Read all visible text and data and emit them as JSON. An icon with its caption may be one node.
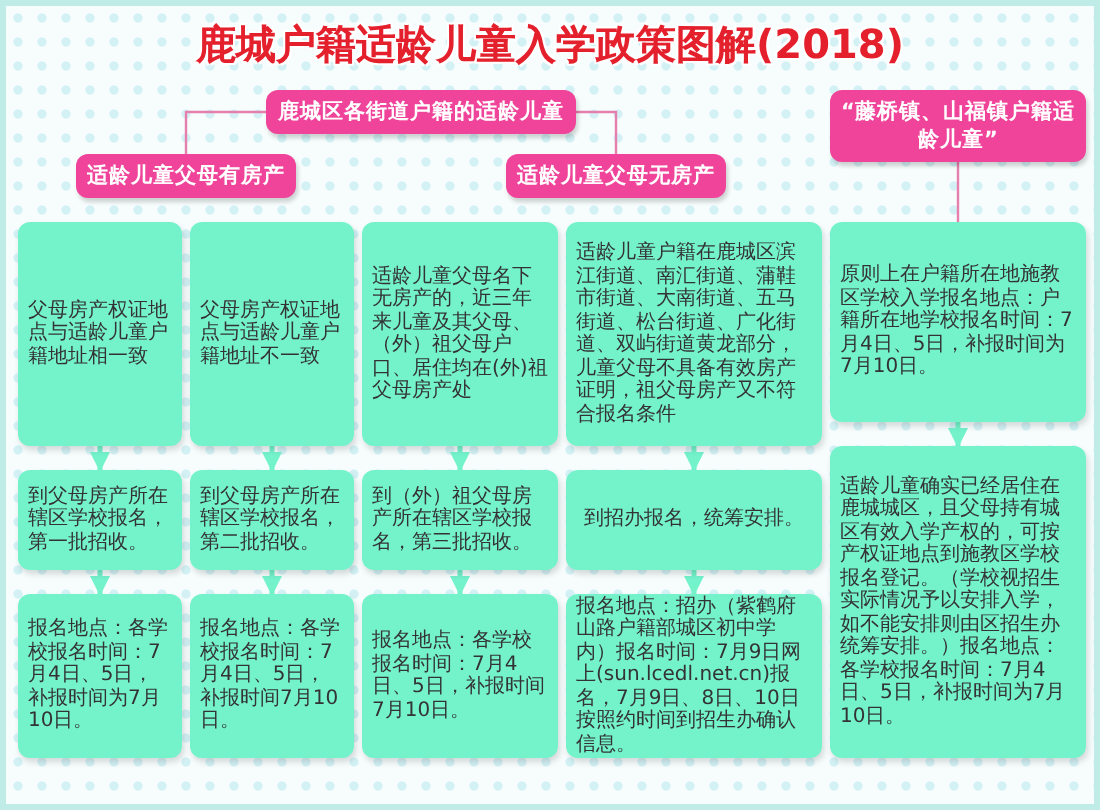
{
  "diagram": {
    "title": "鹿城户籍适龄儿童入学政策图解(2018)",
    "nodes": [
      {
        "text": [
          "鹿城区各街道户籍的适龄儿童"
        ]
      },
      {
        "text": [
          "适龄儿童父母有房产"
        ]
      },
      {
        "text": [
          "适龄儿童父母无房产"
        ]
      },
      {
        "text": [
          "父母房产权证地点与适龄儿童户籍地址相一致"
        ]
      },
      {
        "text": [
          "父母房产权证地点与适龄儿童户籍地址不一致"
        ]
      },
      {
        "text": [
          "到父母房产所在辖区学校报名，第一批招收。"
        ]
      },
      {
        "text": [
          "到父母房产所在辖区学校报名，第二批招收。"
        ]
      },
      {
        "text": [
          "报名地点：各学校报名时间：7月4日、5日，补报时间为7月10日。"
        ]
      },
      {
        "text": [
          "报名地点：各学校报名时间：7月4日、5日，补报时间7月10日。"
        ]
      },
      {
        "text": [
          "适龄儿童父母名下无房产的，近三年来儿童及其父母、（外）祖父母户口、居住均在(外)祖父母房产处"
        ]
      },
      {
        "text": [
          "适龄儿童户籍在鹿城区滨江街道、南汇街道、蒲鞋市街道、大南街道、五马街道、松台街道、广化街道、双屿街道黄龙部分，儿童父母不具备有效房产证明，祖父母房产又不符合报名条件"
        ]
      },
      {
        "text": [
          "到（外）祖父母房产所在辖区学校报名，第三批招收。"
        ]
      },
      {
        "text": [
          "到招办报名，统筹安排。"
        ]
      },
      {
        "text": [
          "报名地点：各学校报名时间：7月4日、5日，补报时间7月10日。"
        ]
      },
      {
        "text": [
          "报名地点：招办（紫鹤府山路户籍部城区初中学内）报名时间：7月9日网上(sun.lcedl.net.cn)报名，7月9日、8日、10日按照约时间到招生办确认信息。"
        ]
      },
      {
        "text": [
          "“藤桥镇、山福镇户籍适龄儿童”"
        ]
      },
      {
        "text": [
          "原则上在户籍所在地施教区学校入学报名地点：户籍所在地学校报名时间：7月4日、5日，补报时间为7月10日。"
        ]
      },
      {
        "text": [
          "适龄儿童确实已经居住在鹿城城区，且父母持有城区有效入学产权的，可按产权证地点到施教区学校报名登记。（学校视招生实际情况予以安排入学，如不能安排则由区招生办统筹安排。）报名地点：各学校报名时间：7月4日、5日，补报时间为7月10日。"
        ]
      }
    ],
    "edges": [
      {
        "from": 0,
        "to": 1,
        "arrow": "none",
        "color": "#e77fae"
      },
      {
        "from": 0,
        "to": 2,
        "arrow": "none",
        "color": "#e77fae"
      },
      {
        "from": 3,
        "to": 5,
        "arrow": "to"
      },
      {
        "from": 5,
        "to": 7,
        "arrow": "to"
      },
      {
        "from": 4,
        "to": 6,
        "arrow": "to"
      },
      {
        "from": 6,
        "to": 8,
        "arrow": "to"
      },
      {
        "from": 9,
        "to": 11,
        "arrow": "to"
      },
      {
        "from": 11,
        "to": 13,
        "arrow": "to"
      },
      {
        "from": 10,
        "to": 12,
        "arrow": "to"
      },
      {
        "from": 12,
        "to": 14,
        "arrow": "to"
      },
      {
        "from": 15,
        "to": 16,
        "arrow": "none",
        "color": "#e77fae"
      },
      {
        "from": 16,
        "to": 17,
        "arrow": "to"
      }
    ]
  }
}
